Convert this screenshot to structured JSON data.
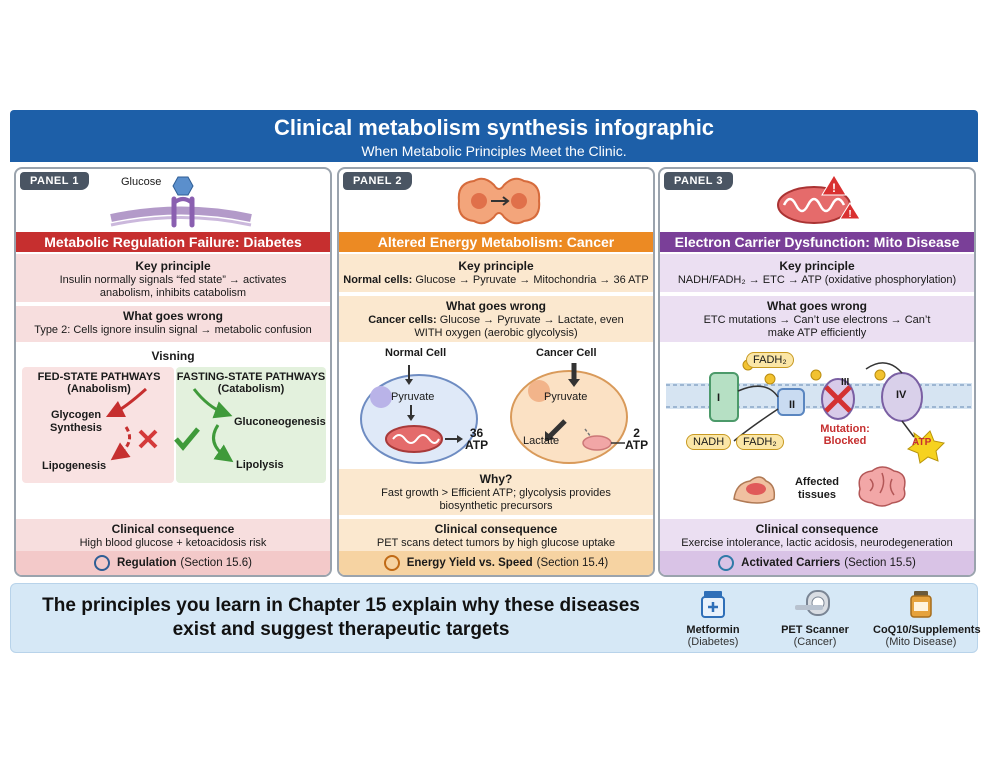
{
  "header": {
    "title": "Clinical metabolism synthesis infographic",
    "subtitle": "When Metabolic Principles Meet the Clinic."
  },
  "panel1": {
    "tag": "PANEL 1",
    "icon_label": "Glucose",
    "heading": "Metabolic Regulation Failure: Diabetes",
    "key_title": "Key principle",
    "key_text": "Insulin normally signals “fed state” → activates anabolism, inhibits catabolism",
    "wrong_title": "What goes wrong",
    "wrong_text": "Type 2: Cells ignore insulin signal → metabolic confusion",
    "vis_title": "Visning",
    "fed_title": "FED-STATE PATHWAYS",
    "fed_sub": "(Anabolism)",
    "fast_title": "FASTING-STATE PATHWAYS",
    "fast_sub": "(Catabolism)",
    "glycogen": "Glycogen Synthesis",
    "lipogenesis": "Lipogenesis",
    "gluconeo": "Gluconeogenesis",
    "lipolysis": "Lipolysis",
    "cons_title": "Clinical consequence",
    "cons_text": "High blood glucose + ketoacidosis risk",
    "footer_bold": "Regulation",
    "footer_rest": "(Section 15.6)",
    "colors": {
      "accent": "#c62f2f",
      "tint": "#f7dede"
    }
  },
  "panel2": {
    "tag": "PANEL 2",
    "heading": "Altered Energy Metabolism: Cancer",
    "key_title": "Key principle",
    "key_bold": "Normal cells:",
    "key_text": "Glucose → Pyruvate → Mitochondria → 36 ATP",
    "wrong_title": "What goes wrong",
    "wrong_bold": "Cancer cells:",
    "wrong_text": "Glucose → Pyruvate → Lactate, even WITH oxygen (aerobic glycolysis)",
    "normal_cell": "Normal Cell",
    "cancer_cell": "Cancer Cell",
    "pyruvate": "Pyruvate",
    "lactate": "Lactate",
    "atp36_num": "36",
    "atp2_num": "2",
    "atp_word": "ATP",
    "why_title": "Why?",
    "why_text": "Fast growth > Efficient ATP; glycolysis provides biosynthetic precursors",
    "cons_title": "Clinical consequence",
    "cons_text": "PET scans detect tumors by high glucose uptake",
    "footer_bold": "Energy Yield vs. Speed",
    "footer_rest": "(Section 15.4)",
    "colors": {
      "accent": "#ec8a23",
      "tint": "#fbe8cf"
    }
  },
  "panel3": {
    "tag": "PANEL 3",
    "heading": "Electron Carrier Dysfunction: Mito Disease",
    "key_title": "Key principle",
    "key_text": "NADH/FADH₂ → ETC → ATP (oxidative phosphorylation)",
    "wrong_title": "What goes wrong",
    "wrong_text": "ETC mutations → Can’t use electrons → Can’t make ATP efficiently",
    "fadh2": "FADH₂",
    "nadh": "NADH",
    "complex_1": "I",
    "complex_2": "II",
    "complex_3": "III",
    "complex_4": "IV",
    "mutation": "Mutation: Blocked",
    "atp": "ATP",
    "affected": "Affected tissues",
    "cons_title": "Clinical consequence",
    "cons_text": "Exercise intolerance, lactic acidosis, neurodegeneration",
    "footer_bold": "Activated Carriers",
    "footer_rest": "(Section 15.5)",
    "colors": {
      "accent": "#7a3f98",
      "tint": "#ebdff2"
    }
  },
  "bottom": {
    "message": "The principles you learn in Chapter 15 explain why these diseases exist and suggest therapeutic targets",
    "therapies": [
      {
        "name": "Metformin",
        "sub": "(Diabetes)"
      },
      {
        "name": "PET Scanner",
        "sub": "(Cancer)"
      },
      {
        "name": "CoQ10/Supplements",
        "sub": "(Mito Disease)"
      }
    ]
  }
}
